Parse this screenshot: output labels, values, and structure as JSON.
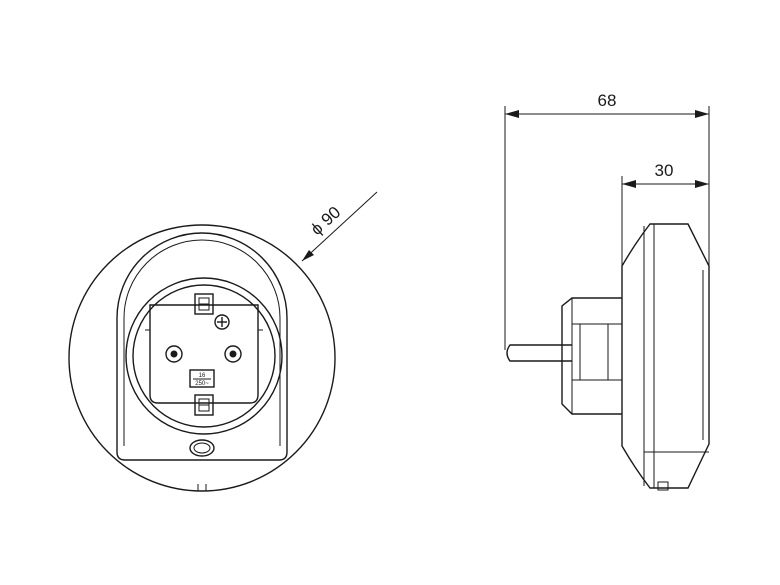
{
  "dimensions": {
    "overall_depth": "68",
    "housing_depth": "30",
    "diameter": "ϕ 90"
  },
  "rating_label": {
    "top": "16",
    "bottom": "250~"
  }
}
